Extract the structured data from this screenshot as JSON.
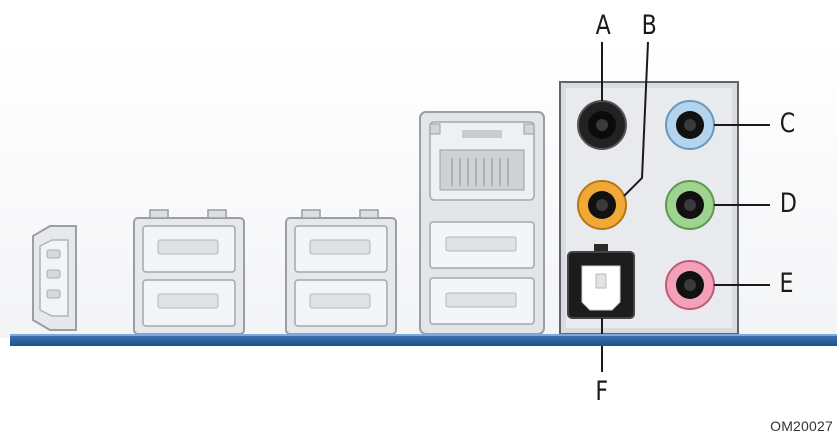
{
  "diagram": {
    "callouts": {
      "a": "A",
      "b": "B",
      "c": "C",
      "d": "D",
      "e": "E",
      "f": "F"
    },
    "figure_id": "OM20027"
  },
  "colors": {
    "baseline_blue": "#2a5fa0",
    "jack_black": "#111111",
    "jack_orange": "#f0a936",
    "jack_light_blue": "#b2d4ee",
    "jack_green": "#9ed390",
    "jack_pink": "#f3a1b8",
    "connector_gray": "#e6e7ea",
    "connector_outline": "#8f939a"
  },
  "icons": [
    "ieee1394-firewire-port-icon",
    "usb-stack-icon",
    "rj45-lan-port-icon",
    "optical-spdif-port-icon",
    "audio-jack-icon"
  ]
}
